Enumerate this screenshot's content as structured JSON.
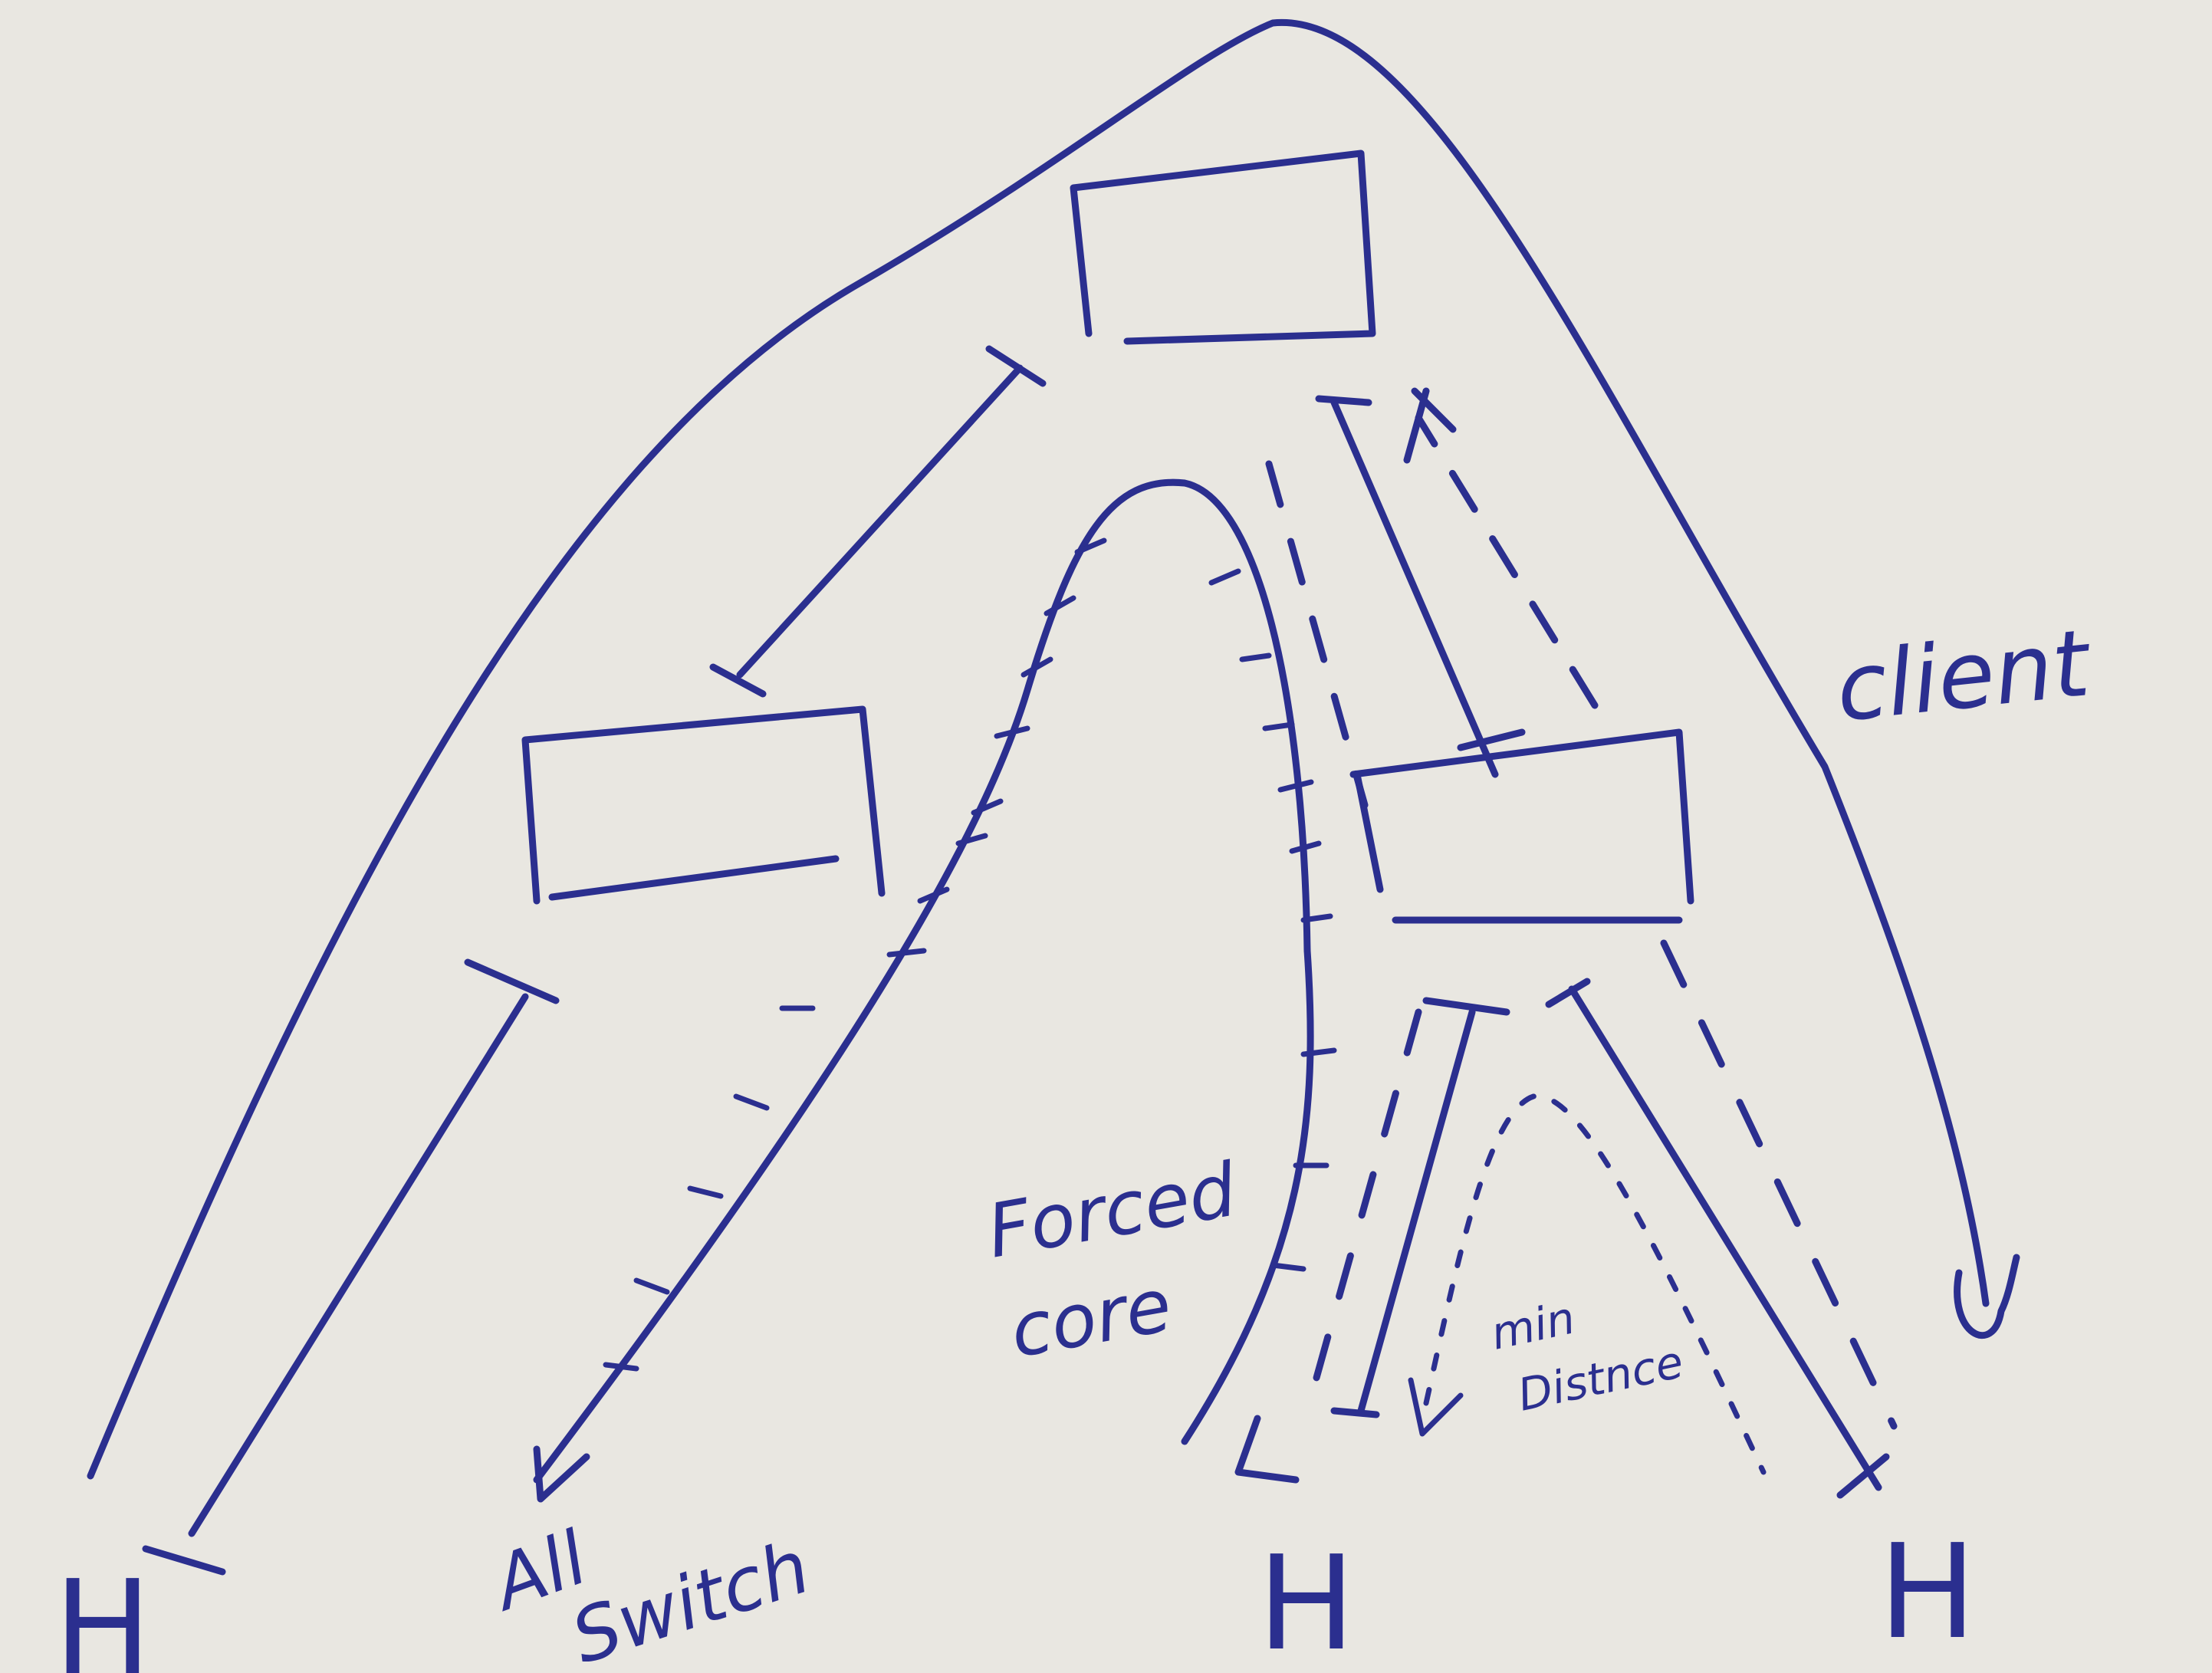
{
  "colors": {
    "paper": "#e9e7e1",
    "ink": "#2b2f8f"
  },
  "diagram": {
    "nodes": [
      {
        "id": "top-box"
      },
      {
        "id": "left-box"
      },
      {
        "id": "right-box"
      }
    ],
    "labels": {
      "client": "client",
      "forced_core_1": "Forced",
      "forced_core_2": "core",
      "min_distance_1": "min",
      "min_distance_2": "Distnce",
      "all_switch_1": "All",
      "all_switch_2": "Switch",
      "host_left": "H",
      "host_middle": "H",
      "host_right": "H"
    }
  }
}
